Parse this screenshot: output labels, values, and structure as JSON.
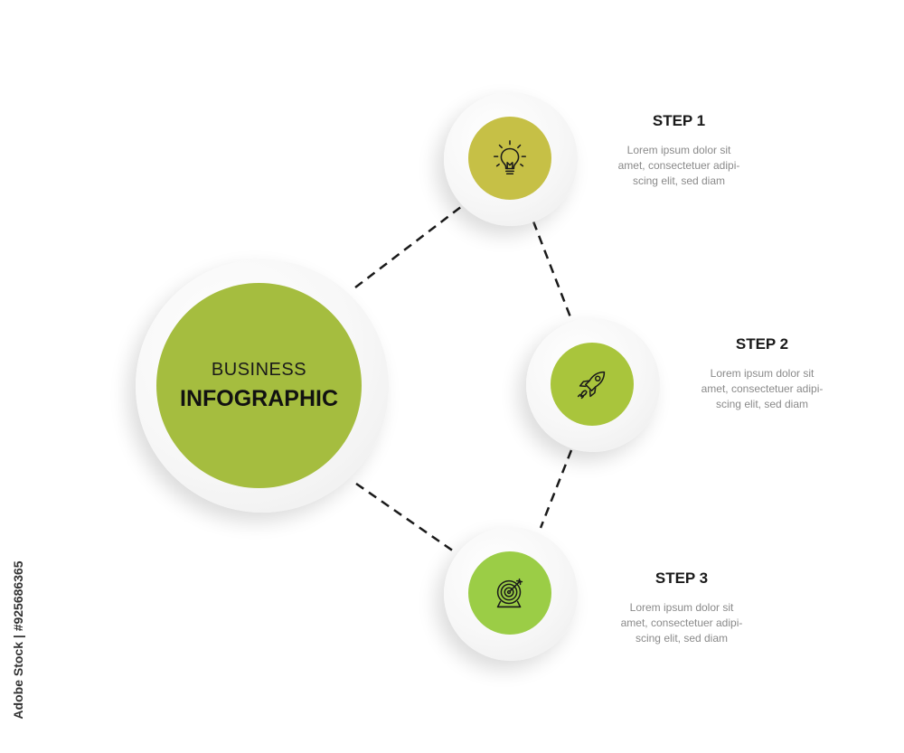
{
  "colors": {
    "main_fill": "#a5bd3f",
    "step1_fill": "#c6c046",
    "step2_fill": "#a9c53c",
    "step3_fill": "#9bcd46",
    "connector": "#1a1a1a",
    "disc": "#f5f5f5"
  },
  "main": {
    "line1": "BUSINESS",
    "line2": "INFOGRAPHIC"
  },
  "steps": [
    {
      "title": "STEP 1",
      "desc1": "Lorem ipsum dolor sit",
      "desc2": "amet, consectetuer adipi-",
      "desc3": "scing elit, sed diam",
      "icon": "lightbulb-icon"
    },
    {
      "title": "STEP 2",
      "desc1": "Lorem ipsum dolor sit",
      "desc2": "amet, consectetuer adipi-",
      "desc3": "scing elit, sed diam",
      "icon": "rocket-icon"
    },
    {
      "title": "STEP 3",
      "desc1": "Lorem ipsum dolor sit",
      "desc2": "amet, consectetuer adipi-",
      "desc3": "scing elit, sed diam",
      "icon": "target-icon"
    }
  ],
  "credit": "Adobe Stock | #925686365"
}
